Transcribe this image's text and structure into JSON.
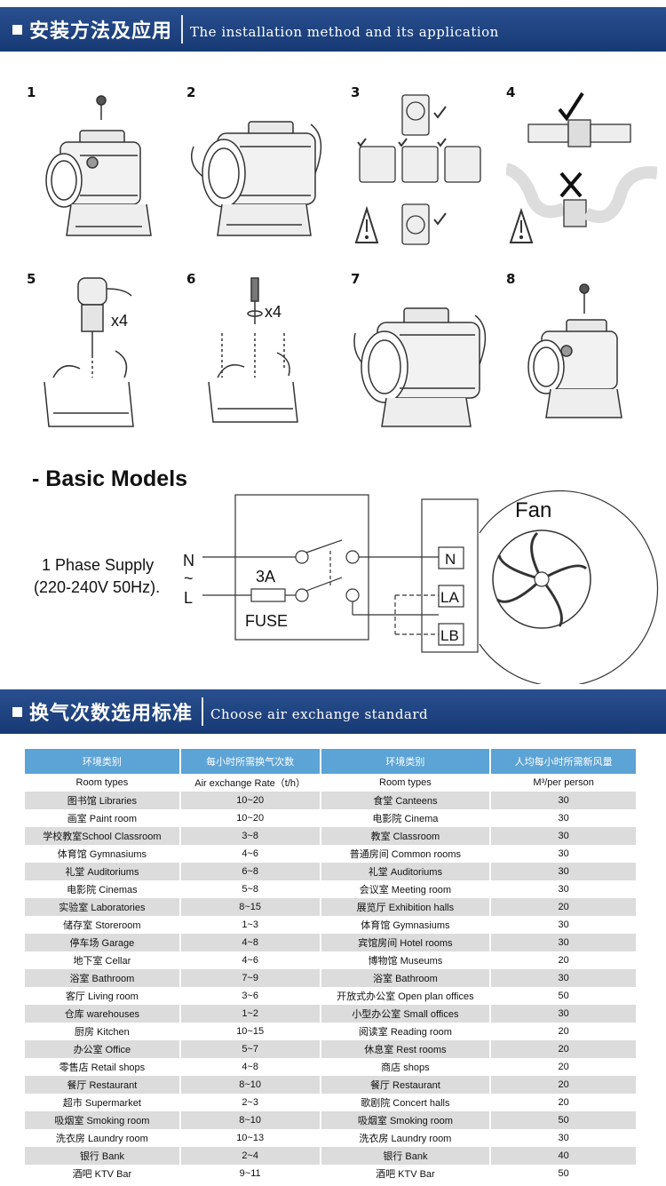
{
  "section1": {
    "title_cn": "安装方法及应用",
    "title_en": "The installation method and its application"
  },
  "steps": [
    {
      "num": "1"
    },
    {
      "num": "2"
    },
    {
      "num": "3"
    },
    {
      "num": "4"
    },
    {
      "num": "5",
      "note": "x4"
    },
    {
      "num": "6",
      "note": "x4"
    },
    {
      "num": "7"
    },
    {
      "num": "8"
    }
  ],
  "wiring": {
    "title": "- Basic Models",
    "supply_line1": "1 Phase Supply",
    "supply_line2": "(220-240V 50Hz).",
    "n_label": "N",
    "tilde": "~",
    "l_label": "L",
    "fuse_rating": "3A",
    "fuse_label": "FUSE",
    "fan_label": "Fan",
    "terminals": [
      "N",
      "LA",
      "LB"
    ]
  },
  "section2": {
    "title_cn": "换气次数选用标准",
    "title_en": "Choose air exchange standard"
  },
  "table": {
    "headers": [
      "环境类别",
      "每小时所需换气次数",
      "环境类别",
      "人均每小时所需新风量"
    ],
    "subheaders": [
      "Room types",
      "Air exchange Rate（t/h）",
      "Room types",
      "M³/per person"
    ],
    "rows": [
      [
        "图书馆 Libraries",
        "10~20",
        "食堂 Canteens",
        "30"
      ],
      [
        "画室 Paint room",
        "10~20",
        "电影院 Cinema",
        "30"
      ],
      [
        "学校教室School Classroom",
        "3~8",
        "教室 Classroom",
        "30"
      ],
      [
        "体育馆 Gymnasiums",
        "4~6",
        "普通房间 Common rooms",
        "30"
      ],
      [
        "礼堂 Auditoriums",
        "6~8",
        "礼堂 Auditoriums",
        "30"
      ],
      [
        "电影院 Cinemas",
        "5~8",
        "会议室 Meeting room",
        "30"
      ],
      [
        "实验室 Laboratories",
        "8~15",
        "展览厅 Exhibition halls",
        "20"
      ],
      [
        "储存室 Storeroom",
        "1~3",
        "体育馆 Gymnasiums",
        "30"
      ],
      [
        "停车场 Garage",
        "4~8",
        "宾馆房间 Hotel rooms",
        "30"
      ],
      [
        "地下室 Cellar",
        "4~6",
        "博物馆 Museums",
        "20"
      ],
      [
        "浴室 Bathroom",
        "7~9",
        "浴室 Bathroom",
        "30"
      ],
      [
        "客厅 Living room",
        "3~6",
        "开放式办公室 Open plan offices",
        "50"
      ],
      [
        "仓库 warehouses",
        "1~2",
        "小型办公室 Small offices",
        "30"
      ],
      [
        "厨房 Kitchen",
        "10~15",
        "阅读室 Reading room",
        "20"
      ],
      [
        "办公室 Office",
        "5~7",
        "休息室 Rest rooms",
        "20"
      ],
      [
        "零售店 Retail shops",
        "4~8",
        "商店 shops",
        "20"
      ],
      [
        "餐厅 Restaurant",
        "8~10",
        "餐厅 Restaurant",
        "20"
      ],
      [
        "超市 Supermarket",
        "2~3",
        "歌剧院 Concert halls",
        "20"
      ],
      [
        "吸烟室 Smoking room",
        "8~10",
        "吸烟室 Smoking room",
        "50"
      ],
      [
        "洗衣房 Laundry room",
        "10~13",
        "洗衣房 Laundry room",
        "30"
      ],
      [
        "银行 Bank",
        "2~4",
        "银行 Bank",
        "40"
      ],
      [
        "酒吧 KTV Bar",
        "9~11",
        "酒吧 KTV Bar",
        "50"
      ]
    ]
  }
}
